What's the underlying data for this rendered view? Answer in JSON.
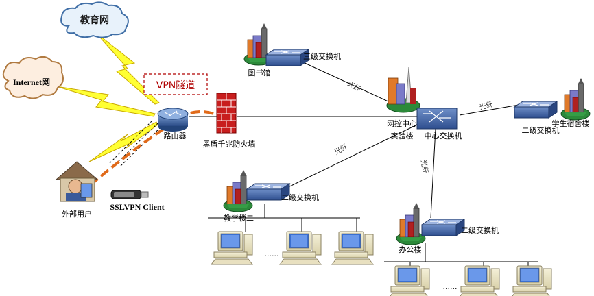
{
  "clouds": {
    "education_net": "教育网",
    "internet": "Internet网"
  },
  "vpn_tunnel": "VPN隧道",
  "router": "路由器",
  "firewall": "黑盾千兆防火墙",
  "external_user": "外部用户",
  "sslvpn_client": "SSLVPN Client",
  "library": {
    "building": "图书馆",
    "switch": "三级交换机"
  },
  "center": {
    "building_top": "网控中心",
    "building_bottom": "实验楼",
    "switch": "中心交换机"
  },
  "dorm": {
    "switch": "二级交换机",
    "building": "学生宿舍楼"
  },
  "teaching": {
    "building": "教学楼二",
    "switch": "二级交换机"
  },
  "office": {
    "building": "办公楼",
    "switch": "二级交换机"
  },
  "fiber_labels": [
    "光纤",
    "光纤",
    "光纤",
    "光纤"
  ],
  "ellipsis": [
    "......",
    "......"
  ]
}
